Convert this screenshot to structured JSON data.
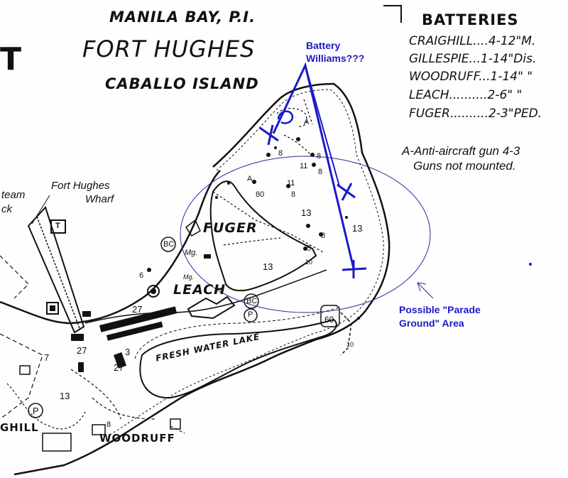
{
  "map": {
    "header_region": "MANILA BAY, P.I.",
    "title": "FORT HUGHES",
    "subtitle": "CABALLO ISLAND",
    "edge_letter": "T",
    "legend": {
      "heading": "BATTERIES",
      "rows": [
        {
          "name": "CRAIGHILL",
          "dots": "....",
          "value": "4-12\"M."
        },
        {
          "name": "GILLESPIE",
          "dots": "...",
          "value": "1-14\"Dis."
        },
        {
          "name": "WOODRUFF",
          "dots": "...",
          "value": "1-14\" \""
        },
        {
          "name": "LEACH",
          "dots": "..........",
          "value": "2-6\" \""
        },
        {
          "name": "FUGER",
          "dots": "..........",
          "value": "2-3\"PED."
        }
      ],
      "note_line1": "A-Anti-aircraft gun 4-3",
      "note_line2": "Guns not mounted."
    },
    "labels": {
      "wharf_line1": "Fort Hughes",
      "wharf_line2": "Wharf",
      "steam_line1": "team",
      "steam_line2": "ck",
      "fuger": "FUGER",
      "leach": "LEACH",
      "lake": "FRESH WATER LAKE",
      "woodruff": "WOODRUFF",
      "craighill": "GHILL",
      "bc_upper": "BC",
      "bc_lower": "BC",
      "p_upper": "P",
      "p_lower": "P",
      "sixty": "60",
      "t_box": "T",
      "mg_upper": "Mg.",
      "mg_lower": "Mg."
    },
    "numbers": [
      "8",
      "A",
      "8",
      "11",
      "8",
      "A",
      "80",
      "11",
      "8",
      "13",
      "8",
      "13",
      "5",
      "13",
      "10",
      "6",
      "27",
      "27",
      "3",
      "27",
      "7",
      "13",
      "10",
      "8"
    ],
    "annotations": {
      "battery_line1": "Battery",
      "battery_line2": "Williams???",
      "parade_line1": "Possible \"Parade",
      "parade_line2": "Ground\" Area"
    },
    "colors": {
      "annotation": "#1a1ac8",
      "ellipse": "#2a2a9a",
      "ink": "#111111",
      "paper": "#fefefe"
    }
  }
}
